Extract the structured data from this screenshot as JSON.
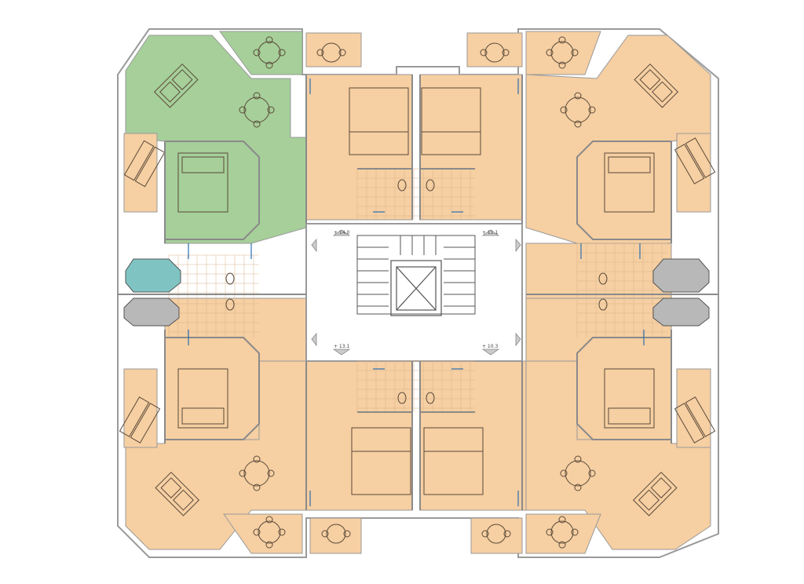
{
  "colors": {
    "background": "#ffffff",
    "unit_fill": "#f6cfa2",
    "unit_highlight_fill": "#a6cf99",
    "core_fill": "#ffffff",
    "wall": "#9a9a9a",
    "wall_dark": "#555555",
    "furniture_line": "#5a4a3a",
    "pool_fill": "#7fc4c2",
    "gravel_fill": "#b8b8b8",
    "door_swing": "#2a6fb0",
    "tile_grid": "#d9b58c"
  },
  "level_marks": {
    "upper_left": "+ 14.0",
    "upper_right": "+ 11.1",
    "lower_left": "+ 13.1",
    "lower_right": "+ 10.3"
  },
  "units": [
    {
      "id": "north-west",
      "highlighted": true
    },
    {
      "id": "north-left",
      "highlighted": false
    },
    {
      "id": "north-right",
      "highlighted": false
    },
    {
      "id": "north-east",
      "highlighted": false
    },
    {
      "id": "south-west",
      "highlighted": false
    },
    {
      "id": "south-left",
      "highlighted": false
    },
    {
      "id": "south-right",
      "highlighted": false
    },
    {
      "id": "south-east",
      "highlighted": false
    }
  ],
  "icons": {
    "stair": "stair-icon",
    "elevator": "elevator-icon",
    "bed": "bed-icon",
    "dining_table": "dining-table-icon",
    "sofa": "sofa-icon",
    "sun_lounger": "sun-lounger-icon",
    "plunge_pool": "pool-icon",
    "toilet": "toilet-icon",
    "level_arrow": "level-arrow-icon"
  }
}
